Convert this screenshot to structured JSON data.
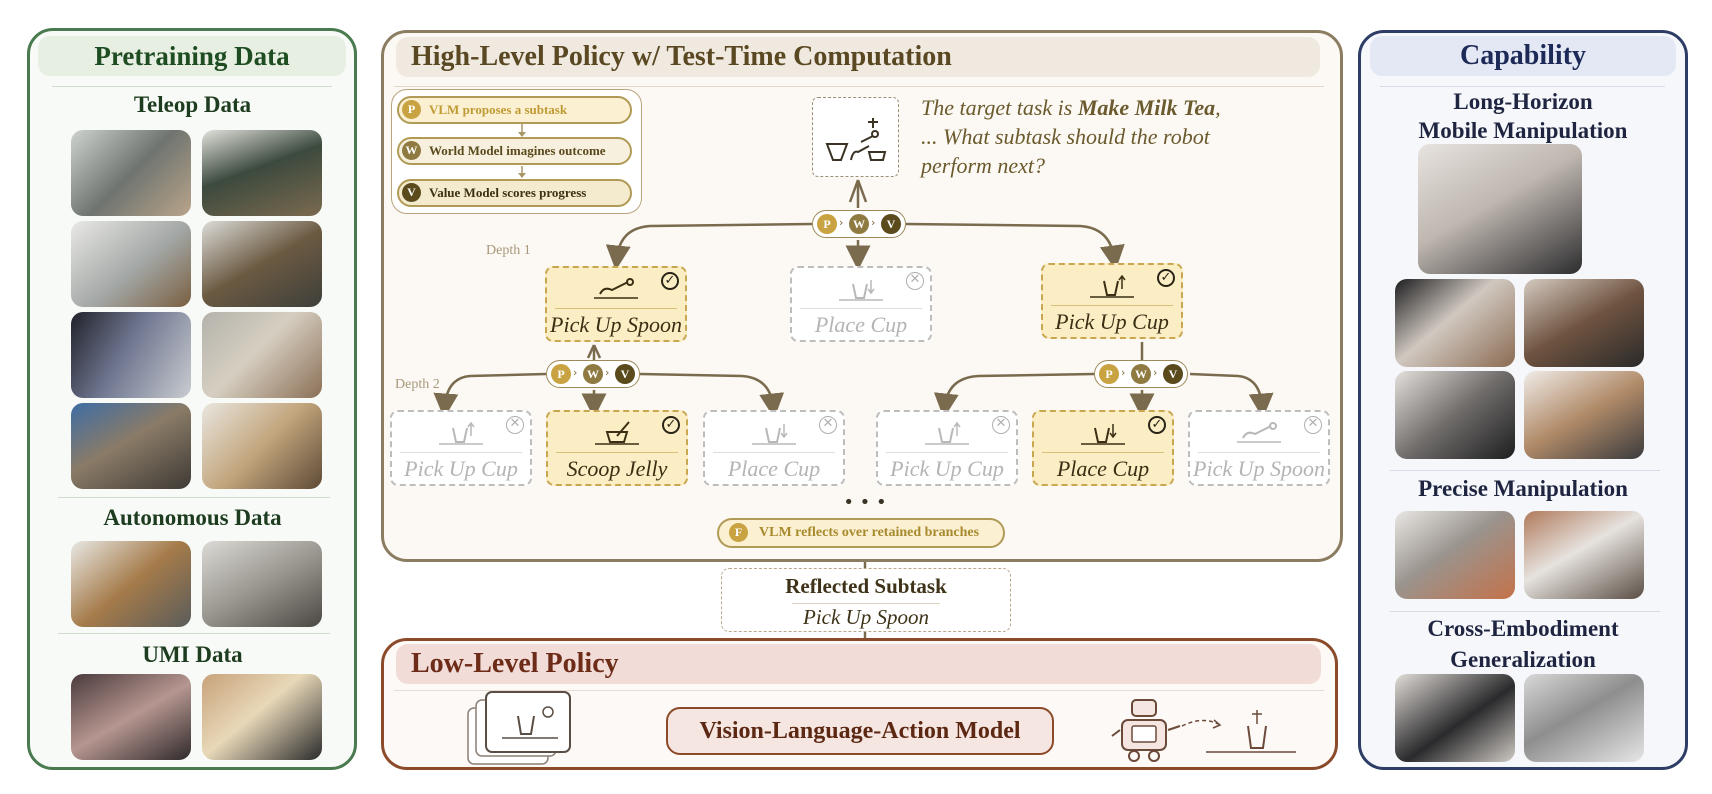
{
  "pretraining": {
    "title": "Pretraining Data",
    "teleop": "Teleop Data",
    "autonomous": "Autonomous Data",
    "umi": "UMI Data"
  },
  "high_level": {
    "title": "High-Level Policy w/ Test-Time Computation",
    "legend": [
      {
        "letter": "P",
        "text": "VLM proposes a subtask"
      },
      {
        "letter": "W",
        "text": "World Model imagines outcome"
      },
      {
        "letter": "V",
        "text": "Value Model scores progress"
      }
    ],
    "prompt_pre": "The target task is ",
    "prompt_bold": "Make Milk Tea",
    "prompt_post": ", ... What subtask should the robot perform next?",
    "depth1": "Depth 1",
    "depth2": "Depth 2",
    "pwv": [
      "P",
      "W",
      "V"
    ],
    "depth1_nodes": [
      {
        "label": "Pick Up Spoon",
        "status": "selected"
      },
      {
        "label": "Place Cup",
        "status": "rejected"
      },
      {
        "label": "Pick Up Cup",
        "status": "selected"
      }
    ],
    "depth2_nodes": [
      {
        "label": "Pick Up Cup",
        "status": "rejected"
      },
      {
        "label": "Scoop Jelly",
        "status": "selected"
      },
      {
        "label": "Place Cup",
        "status": "rejected"
      },
      {
        "label": "Pick Up Cup",
        "status": "rejected"
      },
      {
        "label": "Place Cup",
        "status": "selected"
      },
      {
        "label": "Pick Up Spoon",
        "status": "rejected"
      }
    ],
    "ellipsis": "• • •",
    "reflect_letter": "F",
    "reflect": "VLM reflects over retained branches"
  },
  "reflected": {
    "title": "Reflected Subtask",
    "value": "Pick Up Spoon"
  },
  "low_level": {
    "title": "Low-Level Policy",
    "model": "Vision-Language-Action Model"
  },
  "capability": {
    "title": "Capability",
    "long_horizon": "Long-Horizon\nMobile Manipulation",
    "precise": "Precise Manipulation",
    "cross": "Cross-Embodiment\nGeneralization"
  },
  "colors": {
    "green": "#3e6b42",
    "brown": "#7d6a50",
    "rust": "#8b4a2a",
    "navy": "#2e3d66",
    "gold": "#c9a341"
  }
}
